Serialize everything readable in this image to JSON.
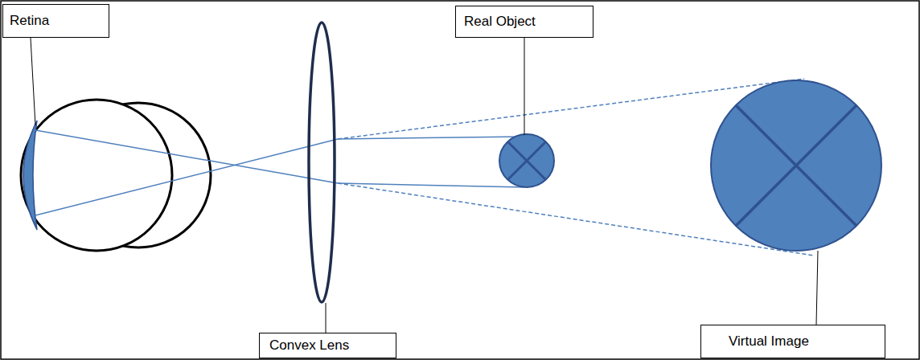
{
  "diagram": {
    "nodes": [
      {
        "text": [
          "Retina"
        ]
      },
      {
        "text": [
          "Real Object"
        ]
      },
      {
        "text": [
          "Convex Lens"
        ]
      },
      {
        "text": [
          "Virtual Image"
        ]
      }
    ]
  }
}
